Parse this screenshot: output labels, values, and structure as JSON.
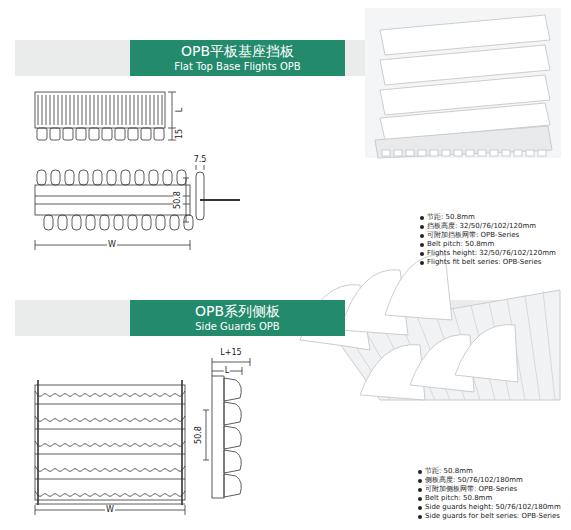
{
  "diagram": {
    "nodes": [
      {
        "text": [
          "OPB平板基座挡板",
          "Flat Top Base Flights OPB"
        ]
      },
      {
        "text": [
          "OPB系列侧板",
          "Side Guards OPB"
        ]
      }
    ],
    "labels": [
      "L",
      "15",
      "7.5",
      "50.8",
      "W",
      "节距: 50.8mm",
      "挡板高度: 32/50/76/102/120mm",
      "可附加挡板网带: OPB-Series",
      "Belt pitch: 50.8mm",
      "Flights height: 32/50/76/102/120mm",
      "Flights fit belt series: OPB-Series",
      "L+15",
      "L",
      "50.8",
      "W",
      "节距: 50.8mm",
      "侧板高度: 50/76/102/180mm",
      "可附加侧板网带: OPB-Series",
      "Belt pitch: 50.8mm",
      "Side guards height: 50/76/102/180mm",
      "Side guards for belt series: OPB-Series"
    ]
  }
}
